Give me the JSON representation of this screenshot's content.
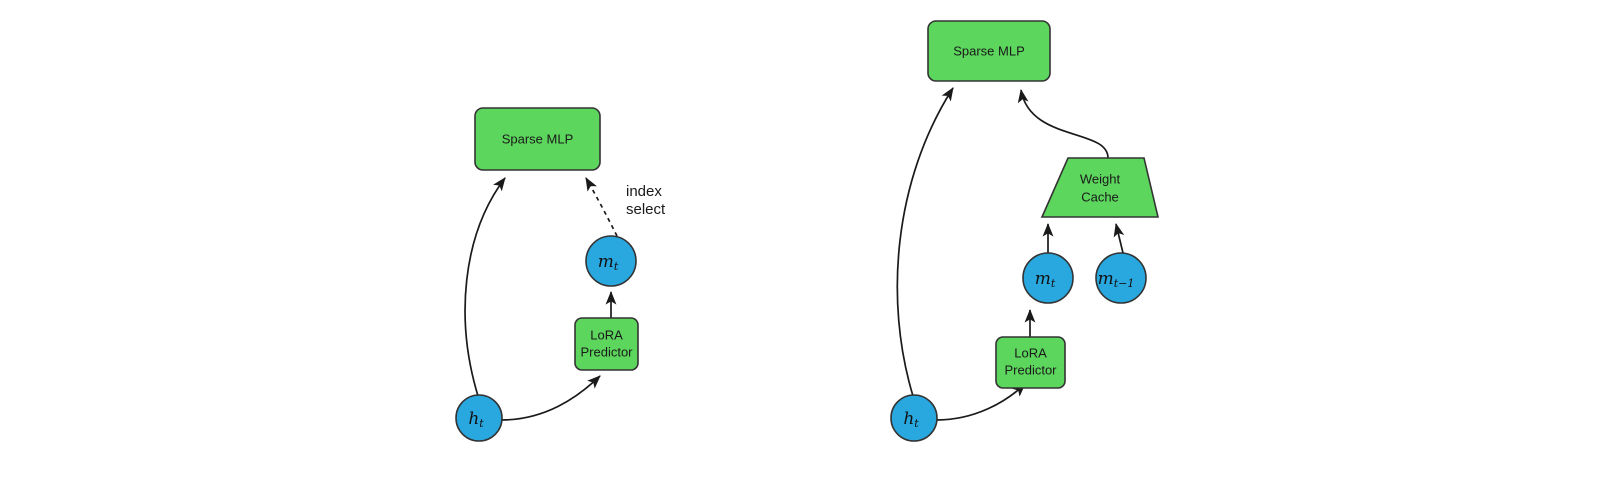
{
  "figure": {
    "background": "#ffffff",
    "colors": {
      "green_fill": "#5cd65c",
      "blue_fill": "#29a8e0",
      "stroke": "#333333",
      "edge": "#1a1a1a",
      "text": "#1a1a1a"
    }
  },
  "panels": [
    {
      "id": "left",
      "name": "lora-predictor-index-select-panel",
      "nodes": {
        "sparse_mlp": {
          "label": "Sparse MLP",
          "shape": "rounded-rect"
        },
        "lora_predictor": {
          "label_line1": "LoRA",
          "label_line2": "Predictor",
          "shape": "rounded-rect"
        },
        "mask": {
          "base": "m",
          "sub": "t",
          "shape": "circle"
        },
        "hidden": {
          "base": "h",
          "sub": "t",
          "shape": "circle"
        }
      },
      "edges": [
        {
          "from": "hidden",
          "to": "sparse_mlp",
          "style": "solid-curve"
        },
        {
          "from": "hidden",
          "to": "lora_predictor",
          "style": "solid-curve"
        },
        {
          "from": "lora_predictor",
          "to": "mask",
          "style": "solid-straight"
        },
        {
          "from": "mask",
          "to": "sparse_mlp",
          "style": "dashed-curve",
          "label_line1": "index",
          "label_line2": "select"
        }
      ]
    },
    {
      "id": "right",
      "name": "weight-cache-panel",
      "nodes": {
        "sparse_mlp": {
          "label": "Sparse MLP",
          "shape": "rounded-rect"
        },
        "weight_cache": {
          "label_line1": "Weight",
          "label_line2": "Cache",
          "shape": "trapezoid"
        },
        "lora_predictor": {
          "label_line1": "LoRA",
          "label_line2": "Predictor",
          "shape": "rounded-rect"
        },
        "mask_t": {
          "base": "m",
          "sub": "t",
          "shape": "circle"
        },
        "mask_t_minus_1": {
          "base": "m",
          "sub": "t−1",
          "shape": "circle"
        },
        "hidden": {
          "base": "h",
          "sub": "t",
          "shape": "circle"
        }
      },
      "edges": [
        {
          "from": "hidden",
          "to": "sparse_mlp",
          "style": "solid-curve"
        },
        {
          "from": "hidden",
          "to": "lora_predictor",
          "style": "solid-curve"
        },
        {
          "from": "lora_predictor",
          "to": "mask_t",
          "style": "solid-straight"
        },
        {
          "from": "mask_t",
          "to": "weight_cache",
          "style": "solid-straight"
        },
        {
          "from": "mask_t_minus_1",
          "to": "weight_cache",
          "style": "solid-straight"
        },
        {
          "from": "weight_cache",
          "to": "sparse_mlp",
          "style": "solid-s-curve"
        }
      ]
    }
  ]
}
